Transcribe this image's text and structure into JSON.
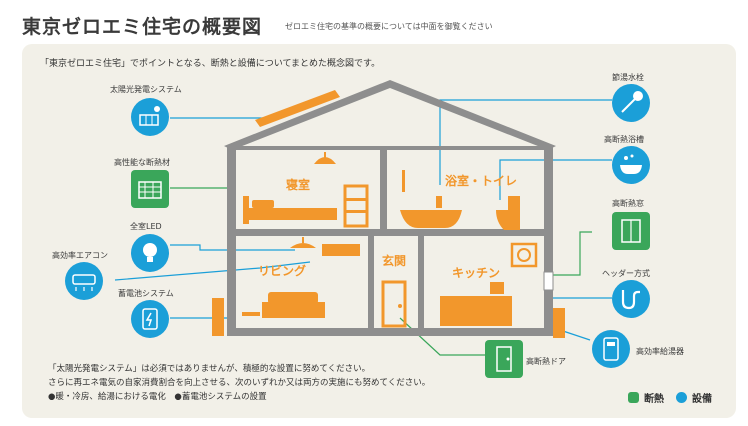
{
  "title": "東京ゼロエミ住宅の概要図",
  "subtitle": "ゼロエミ住宅の基準の概要については中面を御覧ください",
  "intro": "「東京ゼロエミ住宅」でポイントとなる、断熱と設備についてまとめた概念図です。",
  "rooms": {
    "bedroom": "寝室",
    "bath": "浴室・トイレ",
    "living": "リビング",
    "entrance": "玄関",
    "kitchen": "キッチン"
  },
  "callouts_left": {
    "solar": "太陽光発電システム",
    "insulation": "高性能な断熱材",
    "led": "全室LED",
    "aircon": "高効率エアコン",
    "battery": "蓄電池システム"
  },
  "callouts_right": {
    "shower": "節湯水栓",
    "bathtub": "高断熱浴槽",
    "window": "高断熱窓",
    "header": "ヘッダー方式",
    "water_heater": "高効率給湯器",
    "door": "高断熱ドア"
  },
  "notes": {
    "line1": "「太陽光発電システム」は必須ではありませんが、積極的な設置に努めてください。",
    "line2": "さらに再エネ電気の自家消費割合を向上させる、次のいずれか又は両方の実施にも努めてください。",
    "line3": "●暖・冷房、給湯における電化　●蓄電池システムの設置"
  },
  "legend": {
    "insulation": "断熱",
    "equipment": "設備"
  },
  "colors": {
    "insulation_green": "#3aa65a",
    "equipment_blue": "#1b9fd8",
    "furniture_orange": "#f2972c",
    "wall_gray": "#8e8e8e",
    "panel_beige": "#f2f0e8"
  }
}
